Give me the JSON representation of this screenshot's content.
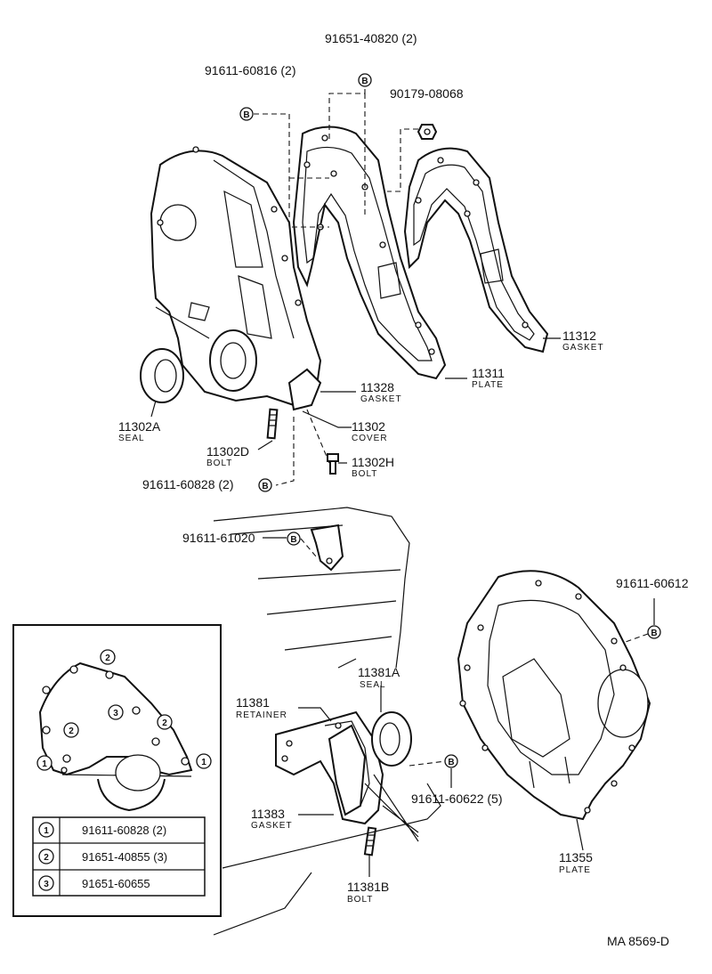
{
  "callouts": {
    "p91651_40820": "91651-40820 (2)",
    "p91611_60816": "91611-60816 (2)",
    "p90179_08068": "90179-08068",
    "p11312": "11312",
    "p11312_sub": "GASKET",
    "p11311": "11311",
    "p11311_sub": "PLATE",
    "p11328": "11328",
    "p11328_sub": "GASKET",
    "p11302": "11302",
    "p11302_sub": "COVER",
    "p11302A": "11302A",
    "p11302A_sub": "SEAL",
    "p11302D": "11302D",
    "p11302D_sub": "BOLT",
    "p11302H": "11302H",
    "p11302H_sub": "BOLT",
    "p91611_60828": "91611-60828 (2)",
    "p91611_61020": "91611-61020",
    "p91611_60612": "91611-60612",
    "p11381A": "11381A",
    "p11381A_sub": "SEAL",
    "p11381": "11381",
    "p11381_sub": "RETAINER",
    "p11383": "11383",
    "p11383_sub": "GASKET",
    "p91611_60622": "91611-60622 (5)",
    "p11381B": "11381B",
    "p11381B_sub": "BOLT",
    "p11355": "11355",
    "p11355_sub": "PLATE"
  },
  "marker": "B",
  "inset": {
    "markers": [
      "1",
      "2",
      "3"
    ],
    "table": [
      {
        "key": "1",
        "part": "91611-60828 (2)"
      },
      {
        "key": "2",
        "part": "91651-40855 (3)"
      },
      {
        "key": "3",
        "part": "91651-60655"
      }
    ]
  },
  "footer_code": "MA  8569-D"
}
